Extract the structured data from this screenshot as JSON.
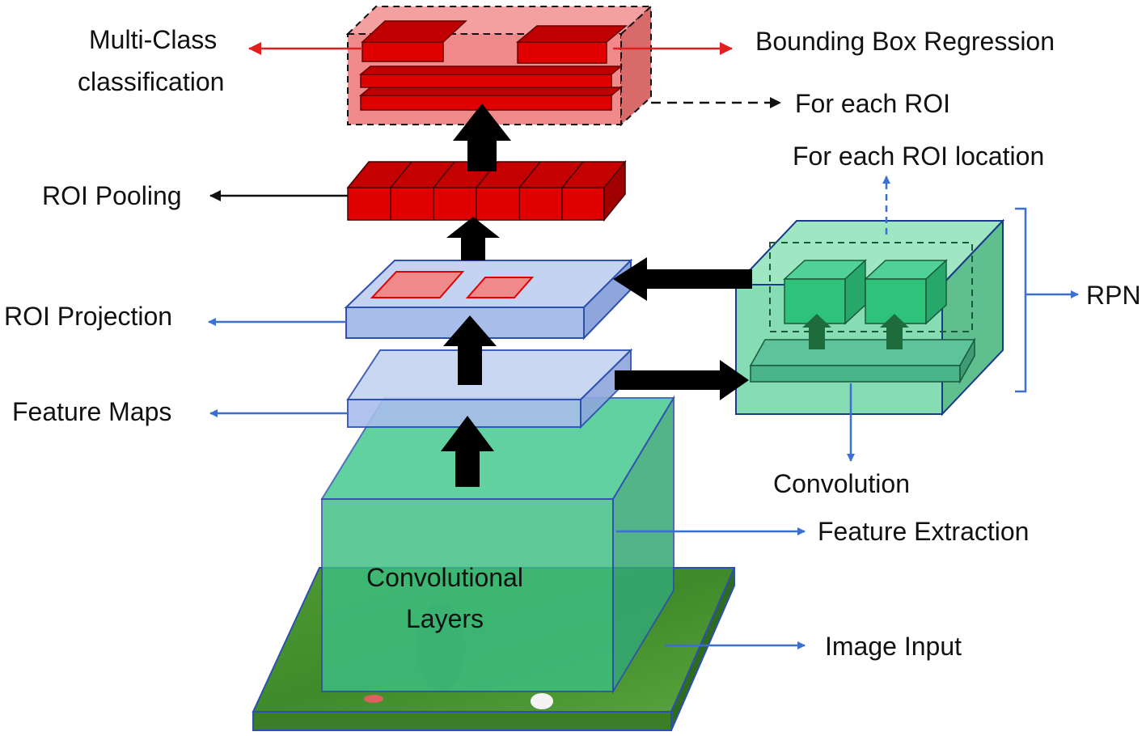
{
  "labels": {
    "multi_class_line1": "Multi-Class",
    "multi_class_line2": "classification",
    "bbox_regression": "Bounding Box Regression",
    "for_each_roi": "For each ROI",
    "for_each_roi_location": "For each ROI location",
    "roi_pooling": "ROI Pooling",
    "roi_projection": "ROI Projection",
    "feature_maps": "Feature Maps",
    "rpn": "RPN",
    "convolution": "Convolution",
    "feature_extraction": "Feature Extraction",
    "conv_layers_line1": "Convolutional",
    "conv_layers_line2": "Layers",
    "image_input": "Image Input"
  },
  "colors": {
    "red_fill": "#e00000",
    "red_light": "#f08a8a",
    "green_fill": "#3fc98a",
    "green_light": "#7fe0b0",
    "blue_layer": "#b3c6ee",
    "blue_edge": "#2d4fb0",
    "arrow_blue": "#3b6fd0",
    "arrow_red": "#e02020",
    "field_green": "#3e8a2a"
  }
}
